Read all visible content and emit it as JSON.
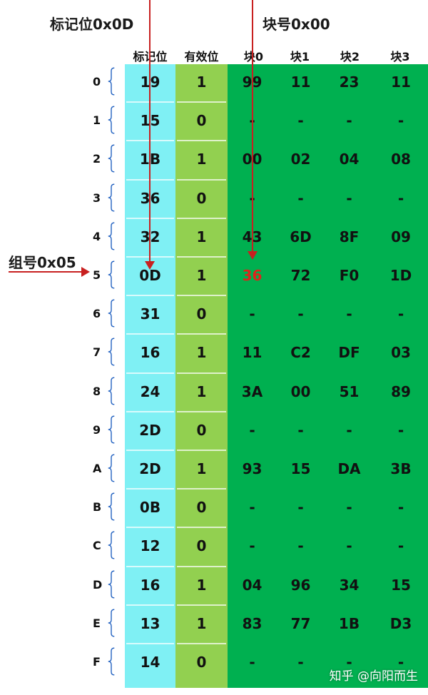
{
  "labels": {
    "tag_title": "标记位0x0D",
    "block_title": "块号0x00",
    "set_title": "组号0x05"
  },
  "headers": [
    "标记位",
    "有效位",
    "块0",
    "块1",
    "块2",
    "块3"
  ],
  "rows": [
    {
      "set": "0",
      "tag": "19",
      "valid": "1",
      "blocks": [
        "99",
        "11",
        "23",
        "11"
      ]
    },
    {
      "set": "1",
      "tag": "15",
      "valid": "0",
      "blocks": [
        "-",
        "-",
        "-",
        "-"
      ]
    },
    {
      "set": "2",
      "tag": "1B",
      "valid": "1",
      "blocks": [
        "00",
        "02",
        "04",
        "08"
      ]
    },
    {
      "set": "3",
      "tag": "36",
      "valid": "0",
      "blocks": [
        "-",
        "-",
        "-",
        "-"
      ]
    },
    {
      "set": "4",
      "tag": "32",
      "valid": "1",
      "blocks": [
        "43",
        "6D",
        "8F",
        "09"
      ]
    },
    {
      "set": "5",
      "tag": "0D",
      "valid": "1",
      "blocks": [
        "36",
        "72",
        "F0",
        "1D"
      ]
    },
    {
      "set": "6",
      "tag": "31",
      "valid": "0",
      "blocks": [
        "-",
        "-",
        "-",
        "-"
      ]
    },
    {
      "set": "7",
      "tag": "16",
      "valid": "1",
      "blocks": [
        "11",
        "C2",
        "DF",
        "03"
      ]
    },
    {
      "set": "8",
      "tag": "24",
      "valid": "1",
      "blocks": [
        "3A",
        "00",
        "51",
        "89"
      ]
    },
    {
      "set": "9",
      "tag": "2D",
      "valid": "0",
      "blocks": [
        "-",
        "-",
        "-",
        "-"
      ]
    },
    {
      "set": "A",
      "tag": "2D",
      "valid": "1",
      "blocks": [
        "93",
        "15",
        "DA",
        "3B"
      ]
    },
    {
      "set": "B",
      "tag": "0B",
      "valid": "0",
      "blocks": [
        "-",
        "-",
        "-",
        "-"
      ]
    },
    {
      "set": "C",
      "tag": "12",
      "valid": "0",
      "blocks": [
        "-",
        "-",
        "-",
        "-"
      ]
    },
    {
      "set": "D",
      "tag": "16",
      "valid": "1",
      "blocks": [
        "04",
        "96",
        "34",
        "15"
      ]
    },
    {
      "set": "E",
      "tag": "13",
      "valid": "1",
      "blocks": [
        "83",
        "77",
        "1B",
        "D3"
      ]
    },
    {
      "set": "F",
      "tag": "14",
      "valid": "0",
      "blocks": [
        "-",
        "-",
        "-",
        "-"
      ]
    }
  ],
  "highlight": {
    "row": 5,
    "block": 0,
    "color": "#e0221b"
  },
  "colors": {
    "tag": "#7ff0f4",
    "valid": "#92d050",
    "blocks": "#00b050",
    "arrow": "#c82020"
  },
  "watermark": "知乎 @向阳而生"
}
